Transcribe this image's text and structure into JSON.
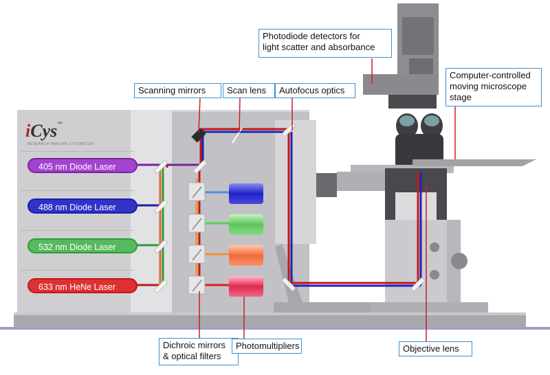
{
  "brand": {
    "name": "Cys",
    "prefix": "i",
    "trademark": "™",
    "tagline": "RESEARCH IMAGING CYTOMETER"
  },
  "lasers": [
    {
      "label": "405 nm Diode Laser",
      "color": "#7a1fa0",
      "fill": "#b25ad6"
    },
    {
      "label": "488 nm Diode Laser",
      "color": "#1c1ca8",
      "fill": "#3d3dd0"
    },
    {
      "label": "532 nm Diode Laser",
      "color": "#2f9a3a",
      "fill": "#62c26b"
    },
    {
      "label": "633 nm HeNe Laser",
      "color": "#c01818",
      "fill": "#e03a3a"
    }
  ],
  "callouts": {
    "photodiode": "Photodiode detectors for light scatter and absorbance",
    "photodiode_line1": "Photodiode detectors for",
    "photodiode_line2": "light scatter and absorbance",
    "scanning_mirrors": "Scanning mirrors",
    "scan_lens": "Scan lens",
    "autofocus": "Autofocus optics",
    "stage_line1": "Computer-controlled",
    "stage_line2": "moving microscope",
    "stage_line3": "stage",
    "dichroic_line1": "Dichroic mirrors",
    "dichroic_line2": "& optical filters",
    "photomultipliers": "Photomultipliers",
    "objective": "Objective lens"
  },
  "colors": {
    "callout_border": "#3b8fd6",
    "pointer": "#d0192a",
    "beam_red": "#d51c1c",
    "beam_blue": "#2121b8"
  }
}
